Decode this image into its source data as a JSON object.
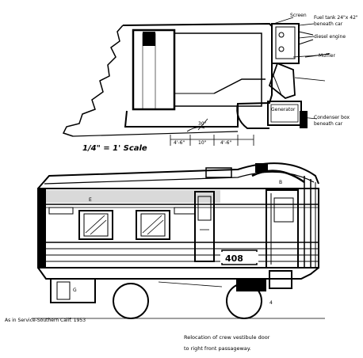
{
  "plan": {
    "callouts": {
      "screen": "Screen",
      "fuel_tank": "Fuel tank 24\"x 42\"",
      "fuel_tank_loc": "beneath car",
      "diesel_engine": "diesel engine",
      "muffler": "Muffler",
      "generator": "Generator",
      "condenser_box": "Condenser box",
      "condenser_loc": "beneath car"
    },
    "dimensions": {
      "d1": "4'-6\"",
      "d2": "10\"",
      "d3": "4'-6\"",
      "angle": "30°"
    },
    "scale_label": "1/4\" = 1' Scale"
  },
  "elevation": {
    "car_number": "408",
    "end_letter_b": "B",
    "label_e": "E",
    "label_g": "G",
    "label_4": "4"
  },
  "credit": "As in Service-Southern Calif. 1953",
  "caption": {
    "line1": "Relocation of crew vestibule door",
    "line2": "to right front passageway."
  }
}
